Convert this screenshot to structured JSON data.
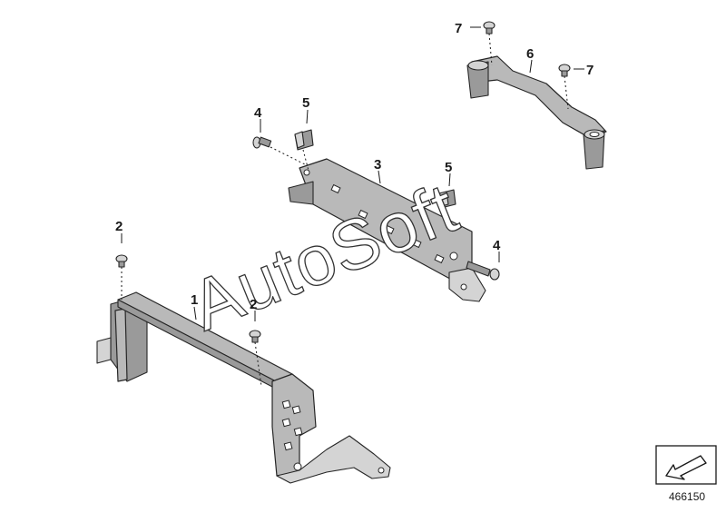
{
  "diagram": {
    "callouts": [
      {
        "id": "c1",
        "label": "1"
      },
      {
        "id": "c2a",
        "label": "2"
      },
      {
        "id": "c2b",
        "label": "2"
      },
      {
        "id": "c3",
        "label": "3"
      },
      {
        "id": "c4a",
        "label": "4"
      },
      {
        "id": "c4b",
        "label": "4"
      },
      {
        "id": "c5a",
        "label": "5"
      },
      {
        "id": "c5b",
        "label": "5"
      },
      {
        "id": "c6",
        "label": "6"
      },
      {
        "id": "c7a",
        "label": "7"
      },
      {
        "id": "c7b",
        "label": "7"
      }
    ],
    "watermark": "AutoSoft",
    "diagram_number": "466150",
    "icons": [
      "nav-arrow-icon"
    ]
  }
}
